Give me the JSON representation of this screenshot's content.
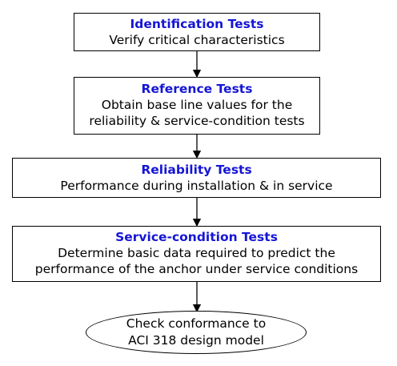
{
  "flow": {
    "steps": [
      {
        "title": "Identification Tests",
        "desc_lines": [
          "Verify critical characteristics"
        ]
      },
      {
        "title": "Reference Tests",
        "desc_lines": [
          "Obtain base line values for the",
          "reliability & service-condition tests"
        ]
      },
      {
        "title": "Reliability Tests",
        "desc_lines": [
          "Performance during installation & in service"
        ]
      },
      {
        "title": "Service-condition Tests",
        "desc_lines": [
          "Determine basic data required to predict the",
          "performance of the anchor under service conditions"
        ]
      }
    ],
    "end": {
      "lines": [
        "Check conformance to",
        "ACI 318 design model"
      ]
    }
  }
}
